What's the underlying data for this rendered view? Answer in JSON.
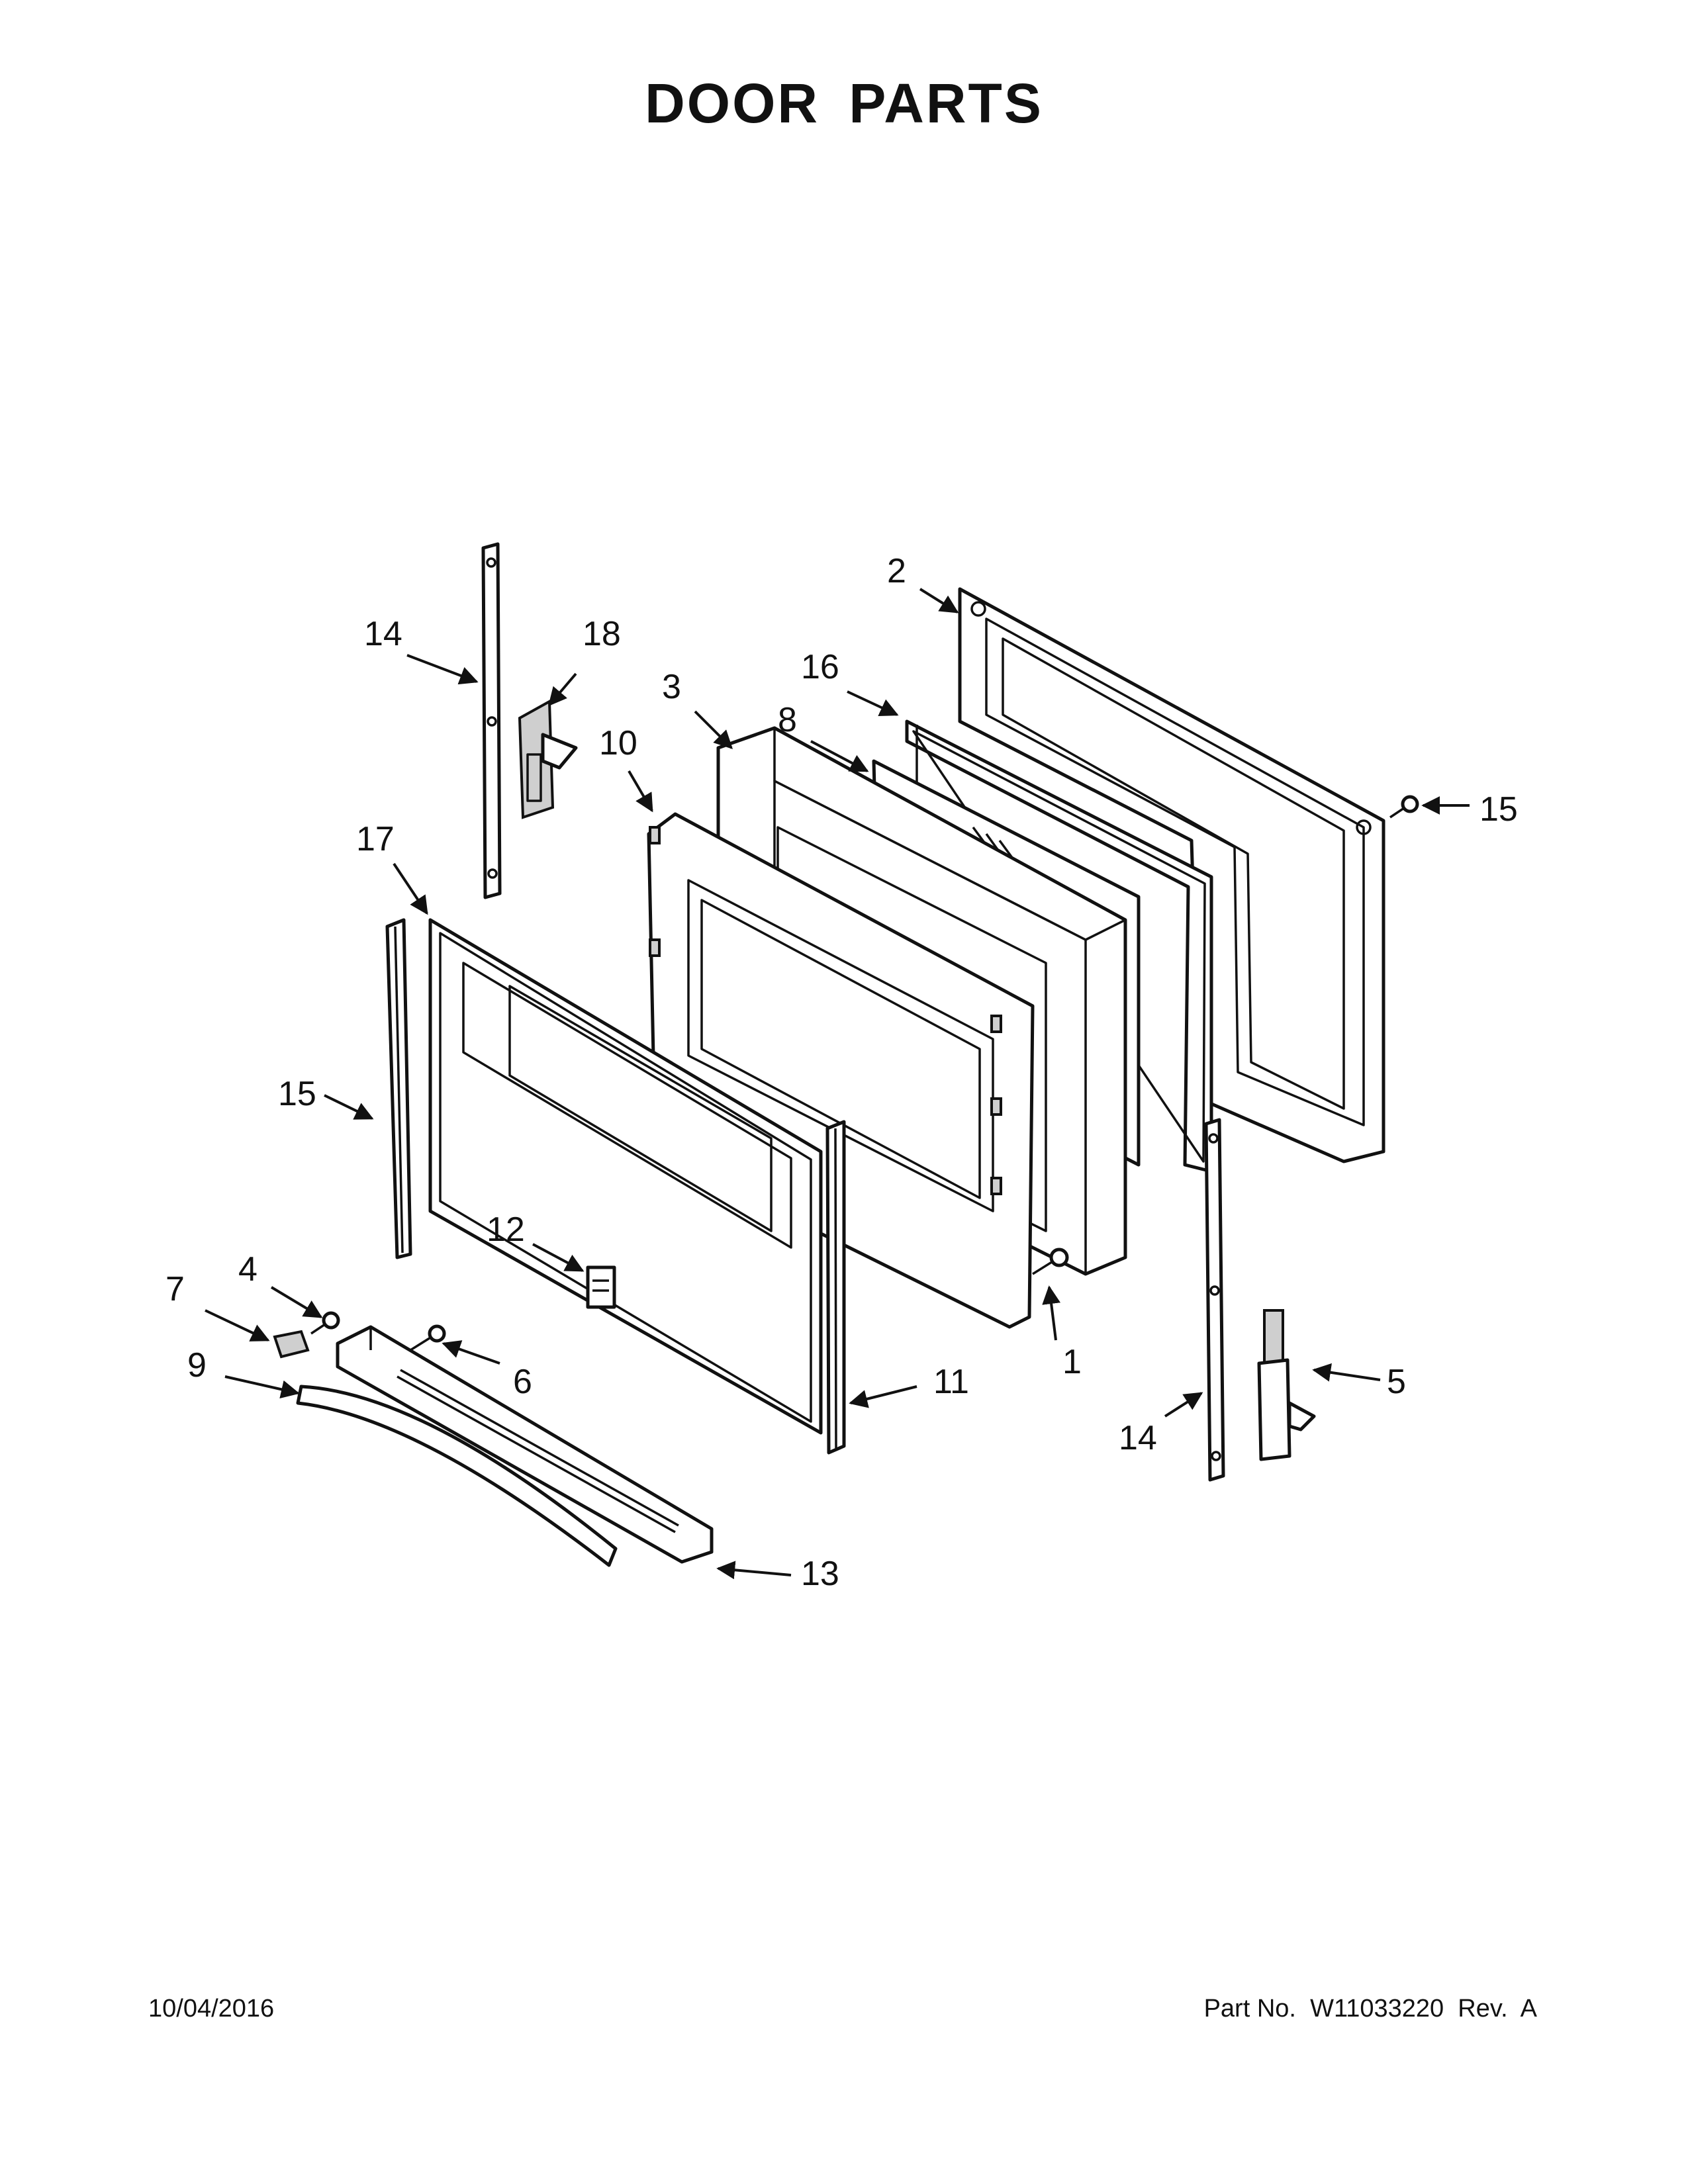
{
  "title": "DOOR PARTS",
  "footer": {
    "date": "10/04/2016",
    "part_number": "Part No.  W11033220  Rev.  A"
  },
  "callouts": {
    "c1": "1",
    "c2": "2",
    "c3": "3",
    "c4": "4",
    "c5": "5",
    "c6": "6",
    "c7": "7",
    "c8": "8",
    "c9": "9",
    "c10": "10",
    "c11": "11",
    "c12": "12",
    "c13": "13",
    "c14a": "14",
    "c14b": "14",
    "c15a": "15",
    "c15b": "15",
    "c16": "16",
    "c17": "17",
    "c18": "18"
  }
}
